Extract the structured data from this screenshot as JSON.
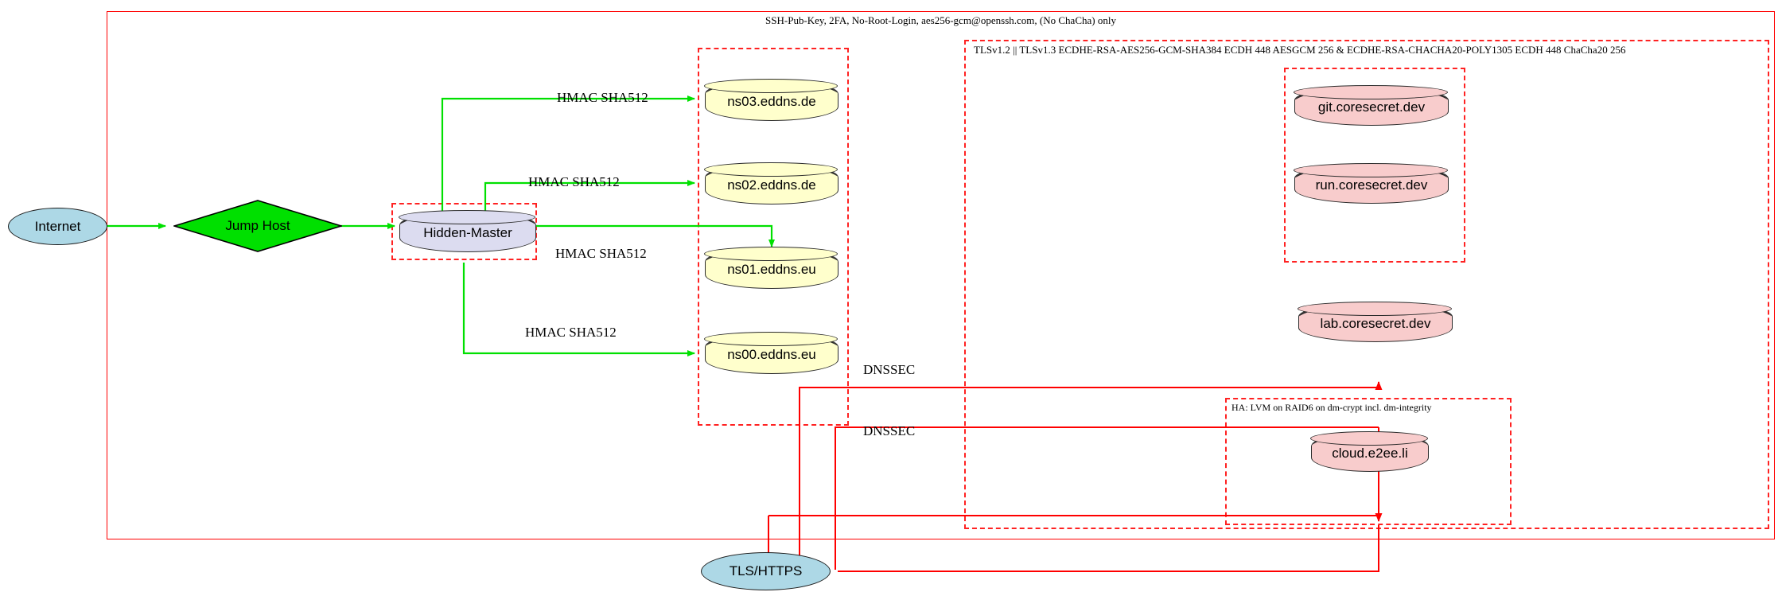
{
  "diagram": {
    "title_top": "SSH-Pub-Key, 2FA, No-Root-Login, aes256-gcm@openssh.com, (No ChaCha) only",
    "clusters": [
      {
        "id": "outer_ssh",
        "label": "SSH-Pub-Key, 2FA, No-Root-Login, aes256-gcm@openssh.com, (No ChaCha) only"
      },
      {
        "id": "tls_zone",
        "label": "TLSv1.2 || TLSv1.3 ECDHE-RSA-AES256-GCM-SHA384 ECDH 448 AESGCM 256 & ECDHE-RSA-CHACHA20-POLY1305 ECDH 448 ChaCha20 256"
      },
      {
        "id": "ha_zone",
        "label": "HA: LVM on RAID6 on dm-crypt incl. dm-integrity"
      },
      {
        "id": "dns_zone",
        "label": ""
      },
      {
        "id": "master_zone",
        "label": ""
      },
      {
        "id": "svc_zone",
        "label": ""
      }
    ],
    "nodes": [
      {
        "id": "internet",
        "label": "Internet",
        "shape": "ellipse",
        "color": "#add8e6"
      },
      {
        "id": "jumphost",
        "label": "Jump Host",
        "shape": "diamond",
        "color": "#00e000"
      },
      {
        "id": "master",
        "label": "Hidden-Master",
        "shape": "cylinder",
        "color": "#dcdcf0"
      },
      {
        "id": "ns03",
        "label": "ns03.eddns.de",
        "shape": "cylinder",
        "color": "#ffffcc"
      },
      {
        "id": "ns02",
        "label": "ns02.eddns.de",
        "shape": "cylinder",
        "color": "#ffffcc"
      },
      {
        "id": "ns01",
        "label": "ns01.eddns.eu",
        "shape": "cylinder",
        "color": "#ffffcc"
      },
      {
        "id": "ns00",
        "label": "ns00.eddns.eu",
        "shape": "cylinder",
        "color": "#ffffcc"
      },
      {
        "id": "git",
        "label": "git.coresecret.dev",
        "shape": "cylinder",
        "color": "#f8cccc"
      },
      {
        "id": "run",
        "label": "run.coresecret.dev",
        "shape": "cylinder",
        "color": "#f8cccc"
      },
      {
        "id": "lab",
        "label": "lab.coresecret.dev",
        "shape": "cylinder",
        "color": "#f8cccc"
      },
      {
        "id": "cloud",
        "label": "cloud.e2ee.li",
        "shape": "cylinder",
        "color": "#f8cccc"
      },
      {
        "id": "tlshttps",
        "label": "TLS/HTTPS",
        "shape": "ellipse",
        "color": "#add8e6"
      }
    ],
    "edges": [
      {
        "from": "internet",
        "to": "jumphost",
        "label": "",
        "color": "#00e000"
      },
      {
        "from": "jumphost",
        "to": "master",
        "label": "",
        "color": "#00e000"
      },
      {
        "from": "master",
        "to": "ns03",
        "label": "HMAC SHA512",
        "color": "#00e000"
      },
      {
        "from": "master",
        "to": "ns02",
        "label": "HMAC SHA512",
        "color": "#00e000"
      },
      {
        "from": "master",
        "to": "ns01",
        "label": "HMAC SHA512",
        "color": "#00e000"
      },
      {
        "from": "master",
        "to": "ns00",
        "label": "HMAC SHA512",
        "color": "#00e000"
      },
      {
        "from": "tlshttps",
        "to": "svc_zone",
        "label": "DNSSEC",
        "color": "#ff0000"
      },
      {
        "from": "tlshttps",
        "to": "ha_zone",
        "label": "DNSSEC",
        "color": "#ff0000"
      }
    ],
    "edge_labels": {
      "hmac": "HMAC SHA512",
      "dnssec": "DNSSEC"
    },
    "colors": {
      "edge_green": "#00e000",
      "edge_red": "#ff0000",
      "cluster_red": "#ff2222",
      "dns_fill": "#ffffcc",
      "master_fill": "#dcdcf0",
      "service_fill": "#f8cccc",
      "ellipse_fill": "#add8e6",
      "diamond_fill": "#00e000"
    }
  }
}
